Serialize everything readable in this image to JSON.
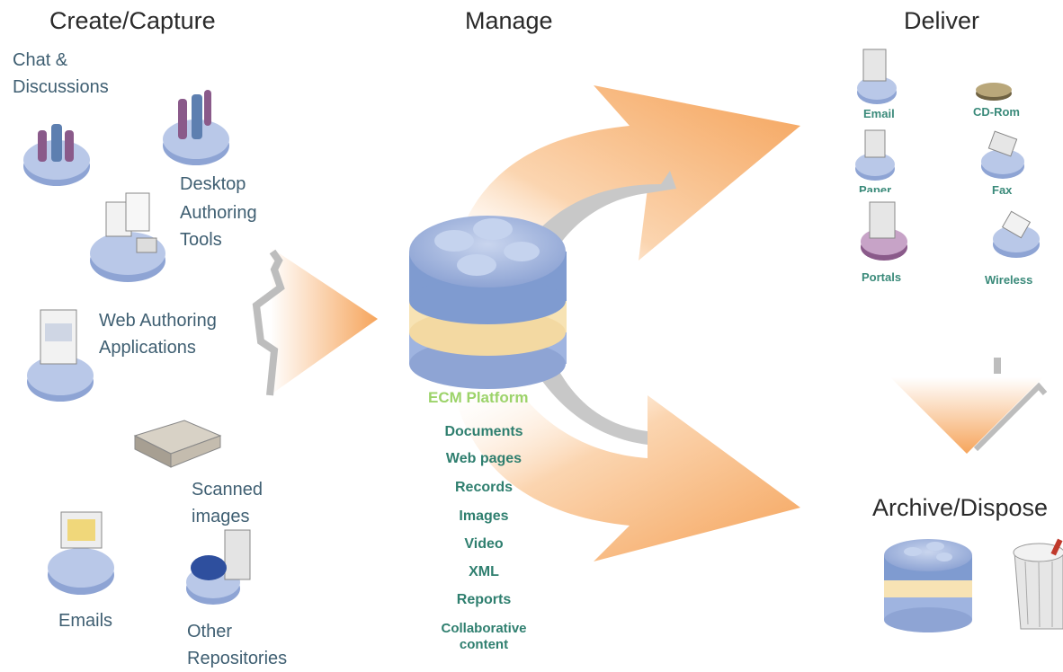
{
  "headers": {
    "create": "Create/Capture",
    "manage": "Manage",
    "deliver": "Deliver",
    "archive": "Archive/Dispose"
  },
  "capture": {
    "chat": "Chat &",
    "chat2": "Discussions",
    "desktop1": "Desktop",
    "desktop2": "Authoring",
    "desktop3": "Tools",
    "web1": "Web Authoring",
    "web2": "Applications",
    "scan1": "Scanned",
    "scan2": "images",
    "emails": "Emails",
    "other1": "Other",
    "other2": "Repositories"
  },
  "deliver": {
    "email": "Email",
    "cdrom": "CD-Rom",
    "paper": "Paper",
    "fax": "Fax",
    "portals": "Portals",
    "wireless": "Wireless"
  },
  "platform": {
    "label": "ECM Platform",
    "content_types": [
      "Documents",
      "Web pages",
      "Records",
      "Images",
      "Video",
      "XML",
      "Reports",
      "Collaborative"
    ],
    "last_line2": "content"
  },
  "colors": {
    "arrow": "#f5b377",
    "disc_top": "#a9c0e4",
    "disc_side": "#7f9bd0",
    "band": "#f7e3b4",
    "label_green": "#9cd36a",
    "text_teal": "#2f7f6f"
  }
}
